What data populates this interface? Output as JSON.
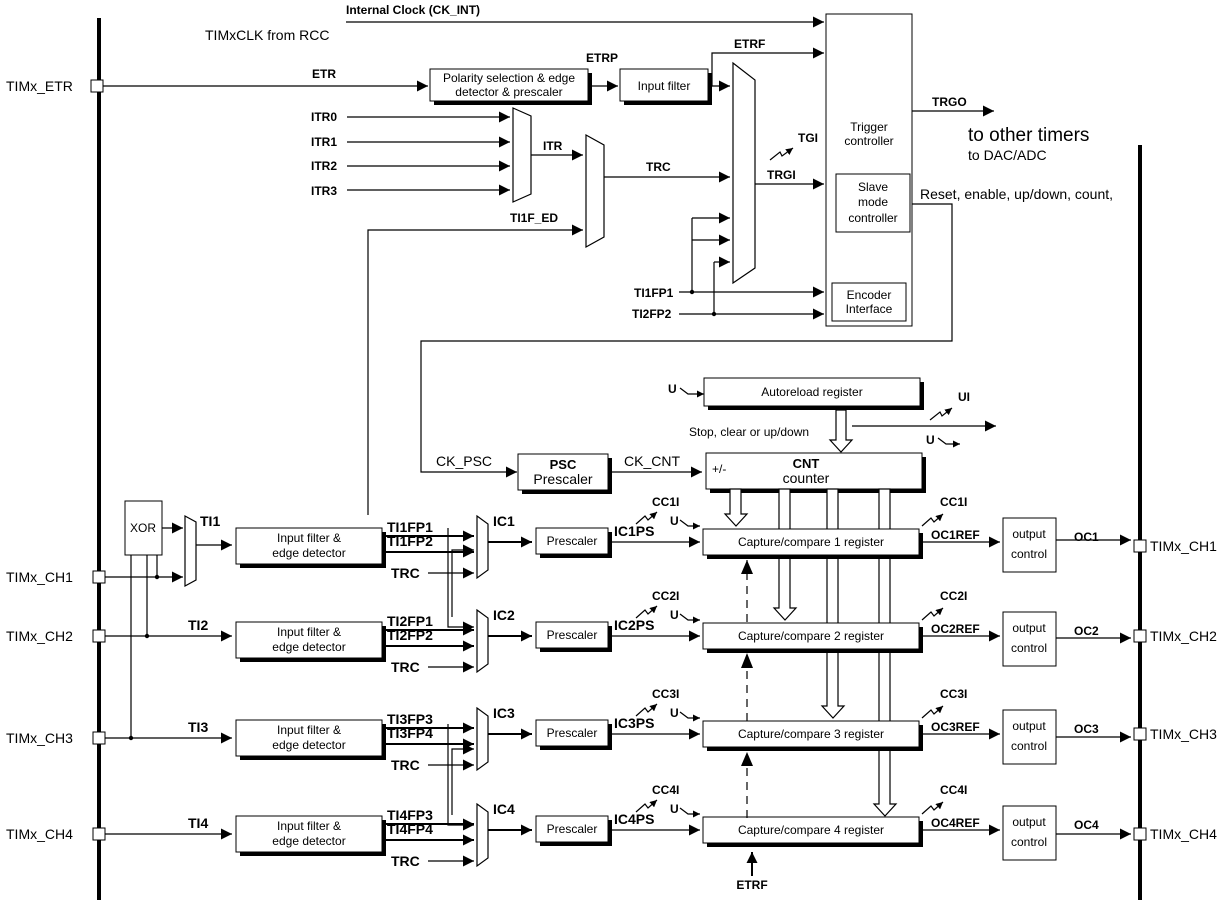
{
  "pins": {
    "etr": "TIMx_ETR",
    "ch1": "TIMx_CH1",
    "ch2": "TIMx_CH2",
    "ch3": "TIMx_CH3",
    "ch4": "TIMx_CH4",
    "out_ch1": "TIMx_CH1",
    "out_ch2": "TIMx_CH2",
    "out_ch3": "TIMx_CH3",
    "out_ch4": "TIMx_CH4"
  },
  "clock": {
    "ck_int": "Internal Clock (CK_INT)",
    "rcc": "TIMxCLK from RCC"
  },
  "trigger": {
    "etr": "ETR",
    "etrp": "ETRP",
    "etrf": "ETRF",
    "polarity_line1": "Polarity selection & edge",
    "polarity_line2": "detector & prescaler",
    "input_filter": "Input filter",
    "itr0": "ITR0",
    "itr1": "ITR1",
    "itr2": "ITR2",
    "itr3": "ITR3",
    "itr": "ITR",
    "trc": "TRC",
    "ti1f_ed": "TI1F_ED",
    "tgi": "TGI",
    "trgi": "TRGI",
    "ti1fp1": "TI1FP1",
    "ti2fp2": "TI2FP2",
    "trgo": "TRGO",
    "to_other_timers": "to other timers",
    "to_dac_adc": "to DAC/ADC",
    "reset_enable": "Reset, enable, up/down, count,"
  },
  "controller": {
    "trigger_line1": "Trigger",
    "trigger_line2": "controller",
    "slave_line1": "Slave",
    "slave_line2": "mode",
    "slave_line3": "controller",
    "encoder_line1": "Encoder",
    "encoder_line2": "Interface"
  },
  "counter": {
    "u": "U",
    "autoreload": "Autoreload register",
    "ui": "UI",
    "u_out": "U",
    "stop_clear": "Stop, clear or up/down",
    "ck_psc": "CK_PSC",
    "psc": "PSC",
    "prescaler": "Prescaler",
    "ck_cnt": "CK_CNT",
    "plus_minus": "+/-",
    "cnt": "CNT",
    "counter_label": "counter",
    "etrf_bottom": "ETRF"
  },
  "xor": "XOR",
  "input_filter_line1": "Input filter &",
  "input_filter_line2": "edge detector",
  "channels": [
    {
      "ti": "TI1",
      "fpa": "TI1FP1",
      "fpb": "TI1FP2",
      "trc": "TRC",
      "ic": "IC1",
      "prescaler": "Prescaler",
      "icps": "IC1PS",
      "cci": "CC1I",
      "u": "U",
      "cc_reg": "Capture/compare 1 register",
      "cci_out": "CC1I",
      "ocref": "OC1REF",
      "out_line1": "output",
      "out_line2": "control",
      "oc": "OC1"
    },
    {
      "ti": "TI2",
      "fpa": "TI2FP1",
      "fpb": "TI2FP2",
      "trc": "TRC",
      "ic": "IC2",
      "prescaler": "Prescaler",
      "icps": "IC2PS",
      "cci": "CC2I",
      "u": "U",
      "cc_reg": "Capture/compare 2 register",
      "cci_out": "CC2I",
      "ocref": "OC2REF",
      "out_line1": "output",
      "out_line2": "control",
      "oc": "OC2"
    },
    {
      "ti": "TI3",
      "fpa": "TI3FP3",
      "fpb": "TI3FP4",
      "trc": "TRC",
      "ic": "IC3",
      "prescaler": "Prescaler",
      "icps": "IC3PS",
      "cci": "CC3I",
      "u": "U",
      "cc_reg": "Capture/compare 3 register",
      "cci_out": "CC3I",
      "ocref": "OC3REF",
      "out_line1": "output",
      "out_line2": "control",
      "oc": "OC3"
    },
    {
      "ti": "TI4",
      "fpa": "TI4FP3",
      "fpb": "TI4FP4",
      "trc": "TRC",
      "ic": "IC4",
      "prescaler": "Prescaler",
      "icps": "IC4PS",
      "cci": "CC4I",
      "u": "U",
      "cc_reg": "Capture/compare 4 register",
      "cci_out": "CC4I",
      "ocref": "OC4REF",
      "out_line1": "output",
      "out_line2": "control",
      "oc": "OC4"
    }
  ]
}
